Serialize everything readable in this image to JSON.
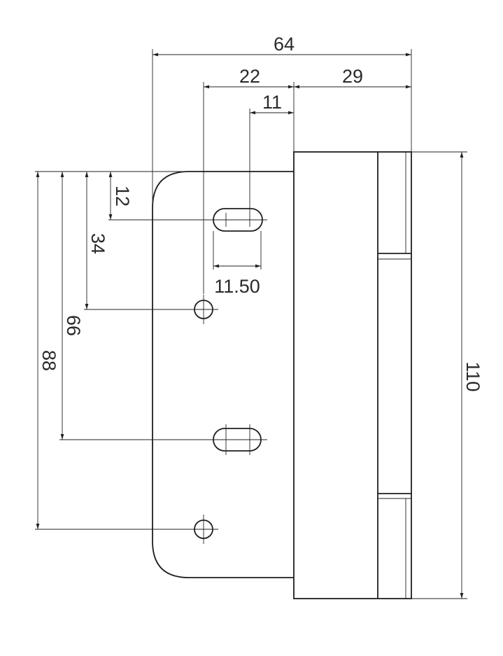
{
  "drawing": {
    "type": "technical-drawing",
    "subject": "hinge plate",
    "line_color": "#222222",
    "background": "#ffffff",
    "dimensions": {
      "overall_width": "64",
      "slot_offset": "22",
      "knuckle_width": "29",
      "slot_to_edge": "11",
      "slot_length": "11.50",
      "top_to_slot": "12",
      "top_to_hole_1": "34",
      "top_to_slot_2": "66",
      "top_to_hole_2": "88",
      "overall_height": "110"
    }
  }
}
